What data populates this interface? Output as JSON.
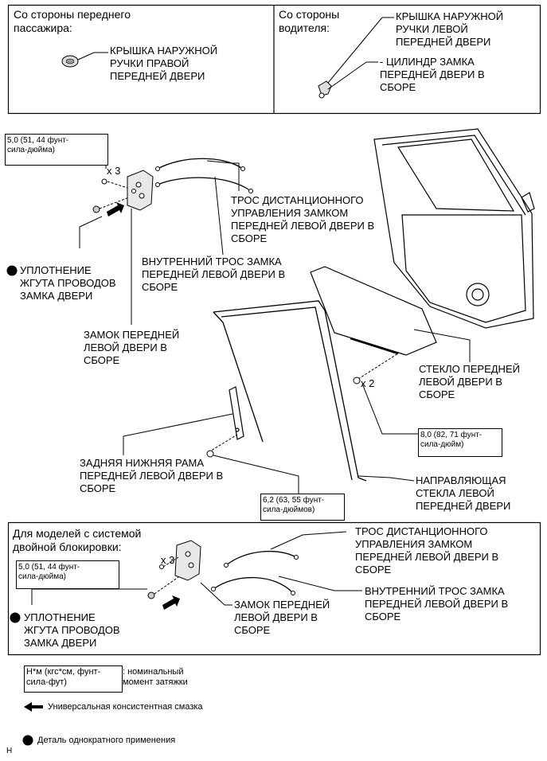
{
  "top_panel": {
    "passenger_heading": "Со стороны переднего\nпассажира:",
    "passenger_part": "КРЫШКА НАРУЖНОЙ\nРУЧКИ ПРАВОЙ\nПЕРЕДНЕЙ ДВЕРИ",
    "driver_heading": "Со стороны\nводителя:",
    "driver_part_1": "КРЫШКА НАРУЖНОЙ\nРУЧКИ ЛЕВОЙ\nПЕРЕДНЕЙ ДВЕРИ",
    "driver_part_2": "- ЦИЛИНДР ЗАМКА\nПЕРЕДНЕЙ ДВЕРИ В\nСБОРЕ"
  },
  "main": {
    "torque_1": "5,0 (51, 44 фунт-\nсила-дюйма)",
    "x3": "x 3",
    "remote_cable": "ТРОС ДИСТАНЦИОННОГО\nУПРАВЛЕНИЯ ЗАМКОМ\nПЕРЕДНЕЙ ЛЕВОЙ ДВЕРИ В\nСБОРЕ",
    "inner_cable": "ВНУТРЕННИЙ ТРОС ЗАМКА\nПЕРЕДНЕЙ ЛЕВОЙ ДВЕРИ В\nСБОРЕ",
    "seal": "УПЛОТНЕНИЕ\nЖГУТА ПРОВОДОВ\nЗАМКА ДВЕРИ",
    "lock": "ЗАМОК ПЕРЕДНЕЙ\nЛЕВОЙ ДВЕРИ В\nСБОРЕ",
    "glass": "СТЕКЛО ПЕРЕДНЕЙ\nЛЕВОЙ ДВЕРИ В\nСБОРЕ",
    "x2": "x 2",
    "torque_2": "8,0 (82, 71 фунт-\nсила-дюйм)",
    "rear_frame": "ЗАДНЯЯ НИЖНЯЯ РАМА\nПЕРЕДНЕЙ ЛЕВОЙ ДВЕРИ В\nСБОРЕ",
    "torque_3": "6,2 (63, 55 фунт-\nсила-дюймов)",
    "glass_guide": "НАПРАВЛЯЮЩАЯ\nСТЕКЛА ЛЕВОЙ\nПЕРЕДНЕЙ ДВЕРИ"
  },
  "double_lock_panel": {
    "heading": "Для моделей с системой\nдвойной блокировки:",
    "torque": "5,0 (51, 44 фунт-\nсила-дюйма)",
    "x3": "x 3",
    "remote_cable": "ТРОС ДИСТАНЦИОННОГО\nУПРАВЛЕНИЯ ЗАМКОМ\nПЕРЕДНЕЙ ЛЕВОЙ ДВЕРИ В\nСБОРЕ",
    "inner_cable": "ВНУТРЕННИЙ ТРОС ЗАМКА\nПЕРЕДНЕЙ ЛЕВОЙ ДВЕРИ В\nСБОРЕ",
    "seal": "УПЛОТНЕНИЕ\nЖГУТА ПРОВОДОВ\nЗАМКА ДВЕРИ",
    "lock": "ЗАМОК ПЕРЕДНЕЙ\nЛЕВОЙ ДВЕРИ В\nСБОРЕ"
  },
  "legend": {
    "torque_unit": "Н*м (кгс*см, фунт-\nсила-фут)",
    "torque_desc": ": номинальный\nмомент затяжки",
    "grease": "Универсальная консистентная смазка",
    "single_use": "Деталь однократного применения"
  },
  "footer_mark": "H"
}
